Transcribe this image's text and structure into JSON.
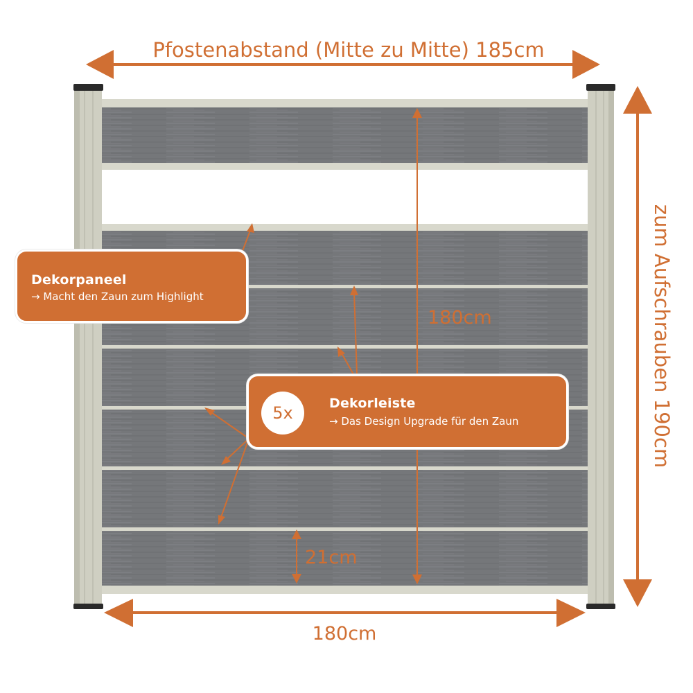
{
  "dimensions": {
    "post_distance": "Pfostenabstand (Mitte zu Mitte) 185cm",
    "panel_height": "180cm",
    "post_length": "zum Aufschrauben 190cm",
    "board_height": "21cm",
    "panel_width": "180cm"
  },
  "callouts": {
    "panel": {
      "title": "Dekorpaneel",
      "subtitle": "→ Macht den Zaun zum Highlight"
    },
    "strip": {
      "count": "5x",
      "title": "Dekorleiste",
      "subtitle": "→ Das Design Upgrade für den Zaun"
    }
  },
  "colors": {
    "accent": "#d06f33",
    "board": "#75777a",
    "aluminium": "#cfcfc2",
    "post_cap": "#2a2a2a"
  }
}
